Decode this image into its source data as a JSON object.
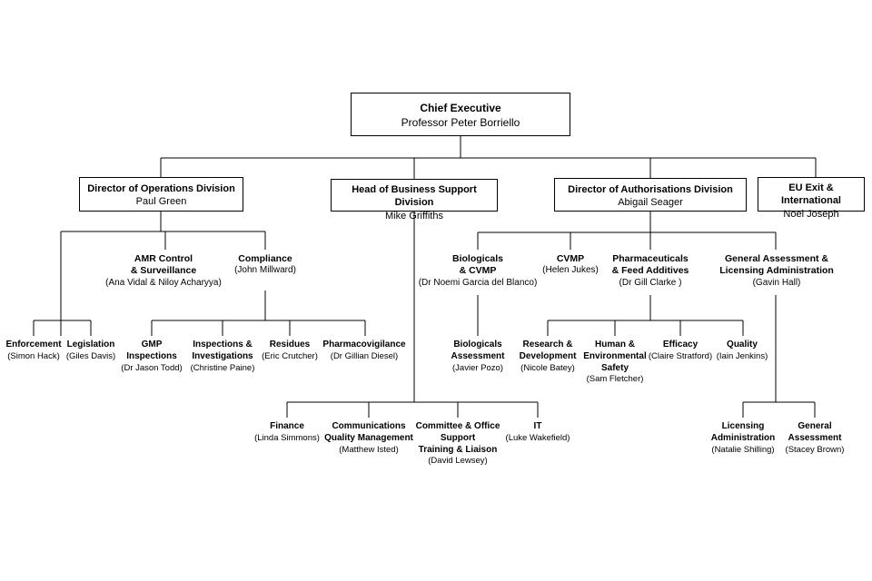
{
  "chief": {
    "title": "Chief Executive",
    "name": "Professor Peter Borriello"
  },
  "divisions": {
    "operations": {
      "title": "Director of Operations Division",
      "name": "Paul Green"
    },
    "business": {
      "title": "Head of Business Support Division",
      "name": "Mike Griffiths"
    },
    "authorisations": {
      "title": "Director of Authorisations Division",
      "name": "Abigail Seager"
    },
    "euexit": {
      "title": "EU Exit & International",
      "name": "Noel Joseph"
    }
  },
  "ops": {
    "amr": {
      "title_lines": [
        "AMR Control",
        "& Surveillance"
      ],
      "name": "(Ana Vidal & Niloy Acharyya)"
    },
    "compliance": {
      "title": "Compliance",
      "name": "(John Millward)"
    },
    "enforcement": {
      "title": "Enforcement",
      "name": "(Simon Hack)"
    },
    "legislation": {
      "title": "Legislation",
      "name": "(Giles Davis)"
    },
    "gmp": {
      "title_lines": [
        "GMP",
        "Inspections"
      ],
      "name": "(Dr Jason Todd)"
    },
    "inspections": {
      "title_lines": [
        "Inspections &",
        "Investigations"
      ],
      "name": "(Christine Paine)"
    },
    "residues": {
      "title": "Residues",
      "name": "(Eric Crutcher)"
    },
    "pharmacovigilance": {
      "title": "Pharmacovigilance",
      "name": "(Dr Gillian Diesel)"
    }
  },
  "business": {
    "finance": {
      "title": "Finance",
      "name": "(Linda Simmons)"
    },
    "communications": {
      "title_lines": [
        "Communications",
        "Quality Management"
      ],
      "name": "(Matthew Isted)"
    },
    "committee": {
      "title_lines": [
        "Committee & Office",
        "Support",
        "Training & Liaison"
      ],
      "name": "(David Lewsey)"
    },
    "it": {
      "title": "IT",
      "name": "(Luke Wakefield)"
    }
  },
  "auth": {
    "biologicals": {
      "title_lines": [
        "Biologicals",
        "& CVMP"
      ],
      "name": "(Dr Noemi Garcia del Blanco)"
    },
    "cvmp": {
      "title": "CVMP",
      "name": "(Helen Jukes)"
    },
    "pharma": {
      "title_lines": [
        "Pharmaceuticals",
        "& Feed Additives"
      ],
      "name": "(Dr Gill Clarke )"
    },
    "general": {
      "title_lines": [
        "General Assessment  &",
        "Licensing Administration"
      ],
      "name": "(Gavin Hall)"
    },
    "bio_assessment": {
      "title_lines": [
        "Biologicals",
        "Assessment"
      ],
      "name": "(Javier Pozo)"
    },
    "research": {
      "title_lines": [
        "Research &",
        "Development"
      ],
      "name": "(Nicole Batey)"
    },
    "human_env": {
      "title_lines": [
        "Human &",
        "Environmental",
        "Safety"
      ],
      "name": "(Sam Fletcher)"
    },
    "efficacy": {
      "title": "Efficacy",
      "name": "(Claire Stratford)"
    },
    "quality": {
      "title": "Quality",
      "name": "(Iain Jenkins)"
    },
    "licensing_admin": {
      "title_lines": [
        "Licensing",
        "Administration"
      ],
      "name": "(Natalie Shilling)"
    },
    "general_assessment": {
      "title_lines": [
        "General",
        "Assessment"
      ],
      "name": "(Stacey Brown)"
    }
  },
  "line_color": "#000000"
}
